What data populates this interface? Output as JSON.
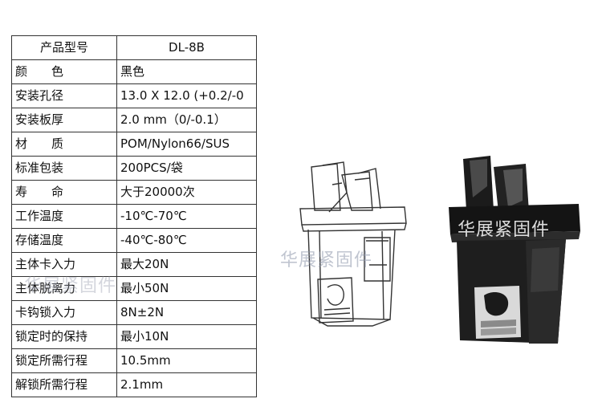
{
  "spec_table": {
    "header": {
      "label": "产品型号",
      "value": "DL-8B"
    },
    "rows": [
      {
        "label": "颜　　色",
        "value": "黑色"
      },
      {
        "label": "安装孔径",
        "value": "13.0 X 12.0 (+0.2/-0"
      },
      {
        "label": "安装板厚",
        "value": "2.0 mm（0/-0.1）"
      },
      {
        "label": "材　　质",
        "value": "POM/Nylon66/SUS"
      },
      {
        "label": "标准包装",
        "value": "200PCS/袋"
      },
      {
        "label": "寿　　命",
        "value": "大于20000次"
      },
      {
        "label": "工作温度",
        "value": "-10℃-70℃"
      },
      {
        "label": "存储温度",
        "value": "-40℃-80℃"
      },
      {
        "label": "主体卡入力",
        "value": "最大20N"
      },
      {
        "label": "主体脱离力",
        "value": "最小50N"
      },
      {
        "label": "卡钩锁入力",
        "value": "8N±2N"
      },
      {
        "label": "锁定时的保持",
        "value": "最小10N"
      },
      {
        "label": "锁定所需行程",
        "value": "10.5mm"
      },
      {
        "label": "解锁所需行程",
        "value": "2.1mm"
      }
    ]
  },
  "watermarks": [
    "华展紧固件",
    "华展紧固件",
    "华展紧固件"
  ],
  "colors": {
    "product": "#1c1c1c",
    "border": "#333333"
  }
}
